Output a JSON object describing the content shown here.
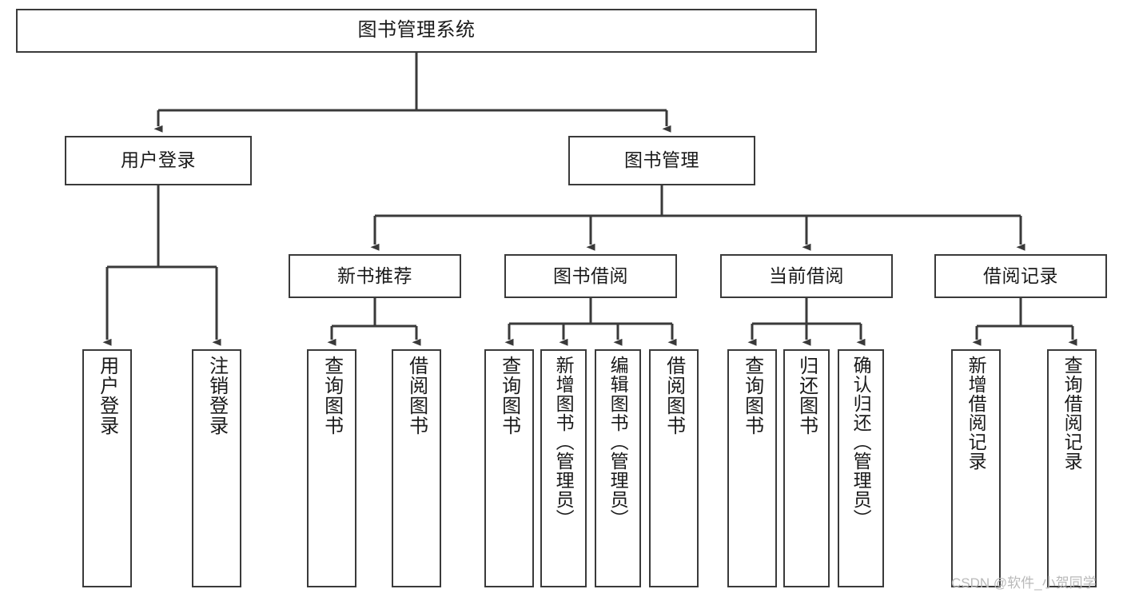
{
  "diagram": {
    "type": "hierarchy-tree",
    "title": "图书管理系统",
    "levels": 4,
    "root": {
      "label": "图书管理系统"
    },
    "level2": [
      {
        "label": "用户登录"
      },
      {
        "label": "图书管理"
      }
    ],
    "level3": [
      {
        "label": "新书推荐"
      },
      {
        "label": "图书借阅"
      },
      {
        "label": "当前借阅"
      },
      {
        "label": "借阅记录"
      }
    ],
    "leaves": {
      "user_login": [
        {
          "label": "用户登录"
        },
        {
          "label": "注销登录"
        }
      ],
      "new_book_recommend": [
        {
          "label": "查询图书"
        },
        {
          "label": "借阅图书"
        }
      ],
      "book_borrow": [
        {
          "label": "查询图书"
        },
        {
          "label": "新增图书（管理员）"
        },
        {
          "label": "编辑图书（管理员）"
        },
        {
          "label": "借阅图书"
        }
      ],
      "current_borrow": [
        {
          "label": "查询图书"
        },
        {
          "label": "归还图书"
        },
        {
          "label": "确认归还（管理员）"
        }
      ],
      "borrow_records": [
        {
          "label": "新增借阅记录"
        },
        {
          "label": "查询借阅记录"
        }
      ]
    },
    "watermark": "CSDN @软件_小贺同学",
    "colors": {
      "stroke": "#3a3a3a",
      "fill": "#ffffff",
      "text": "#1a1a1a",
      "watermark": "#b9b9b9"
    }
  }
}
